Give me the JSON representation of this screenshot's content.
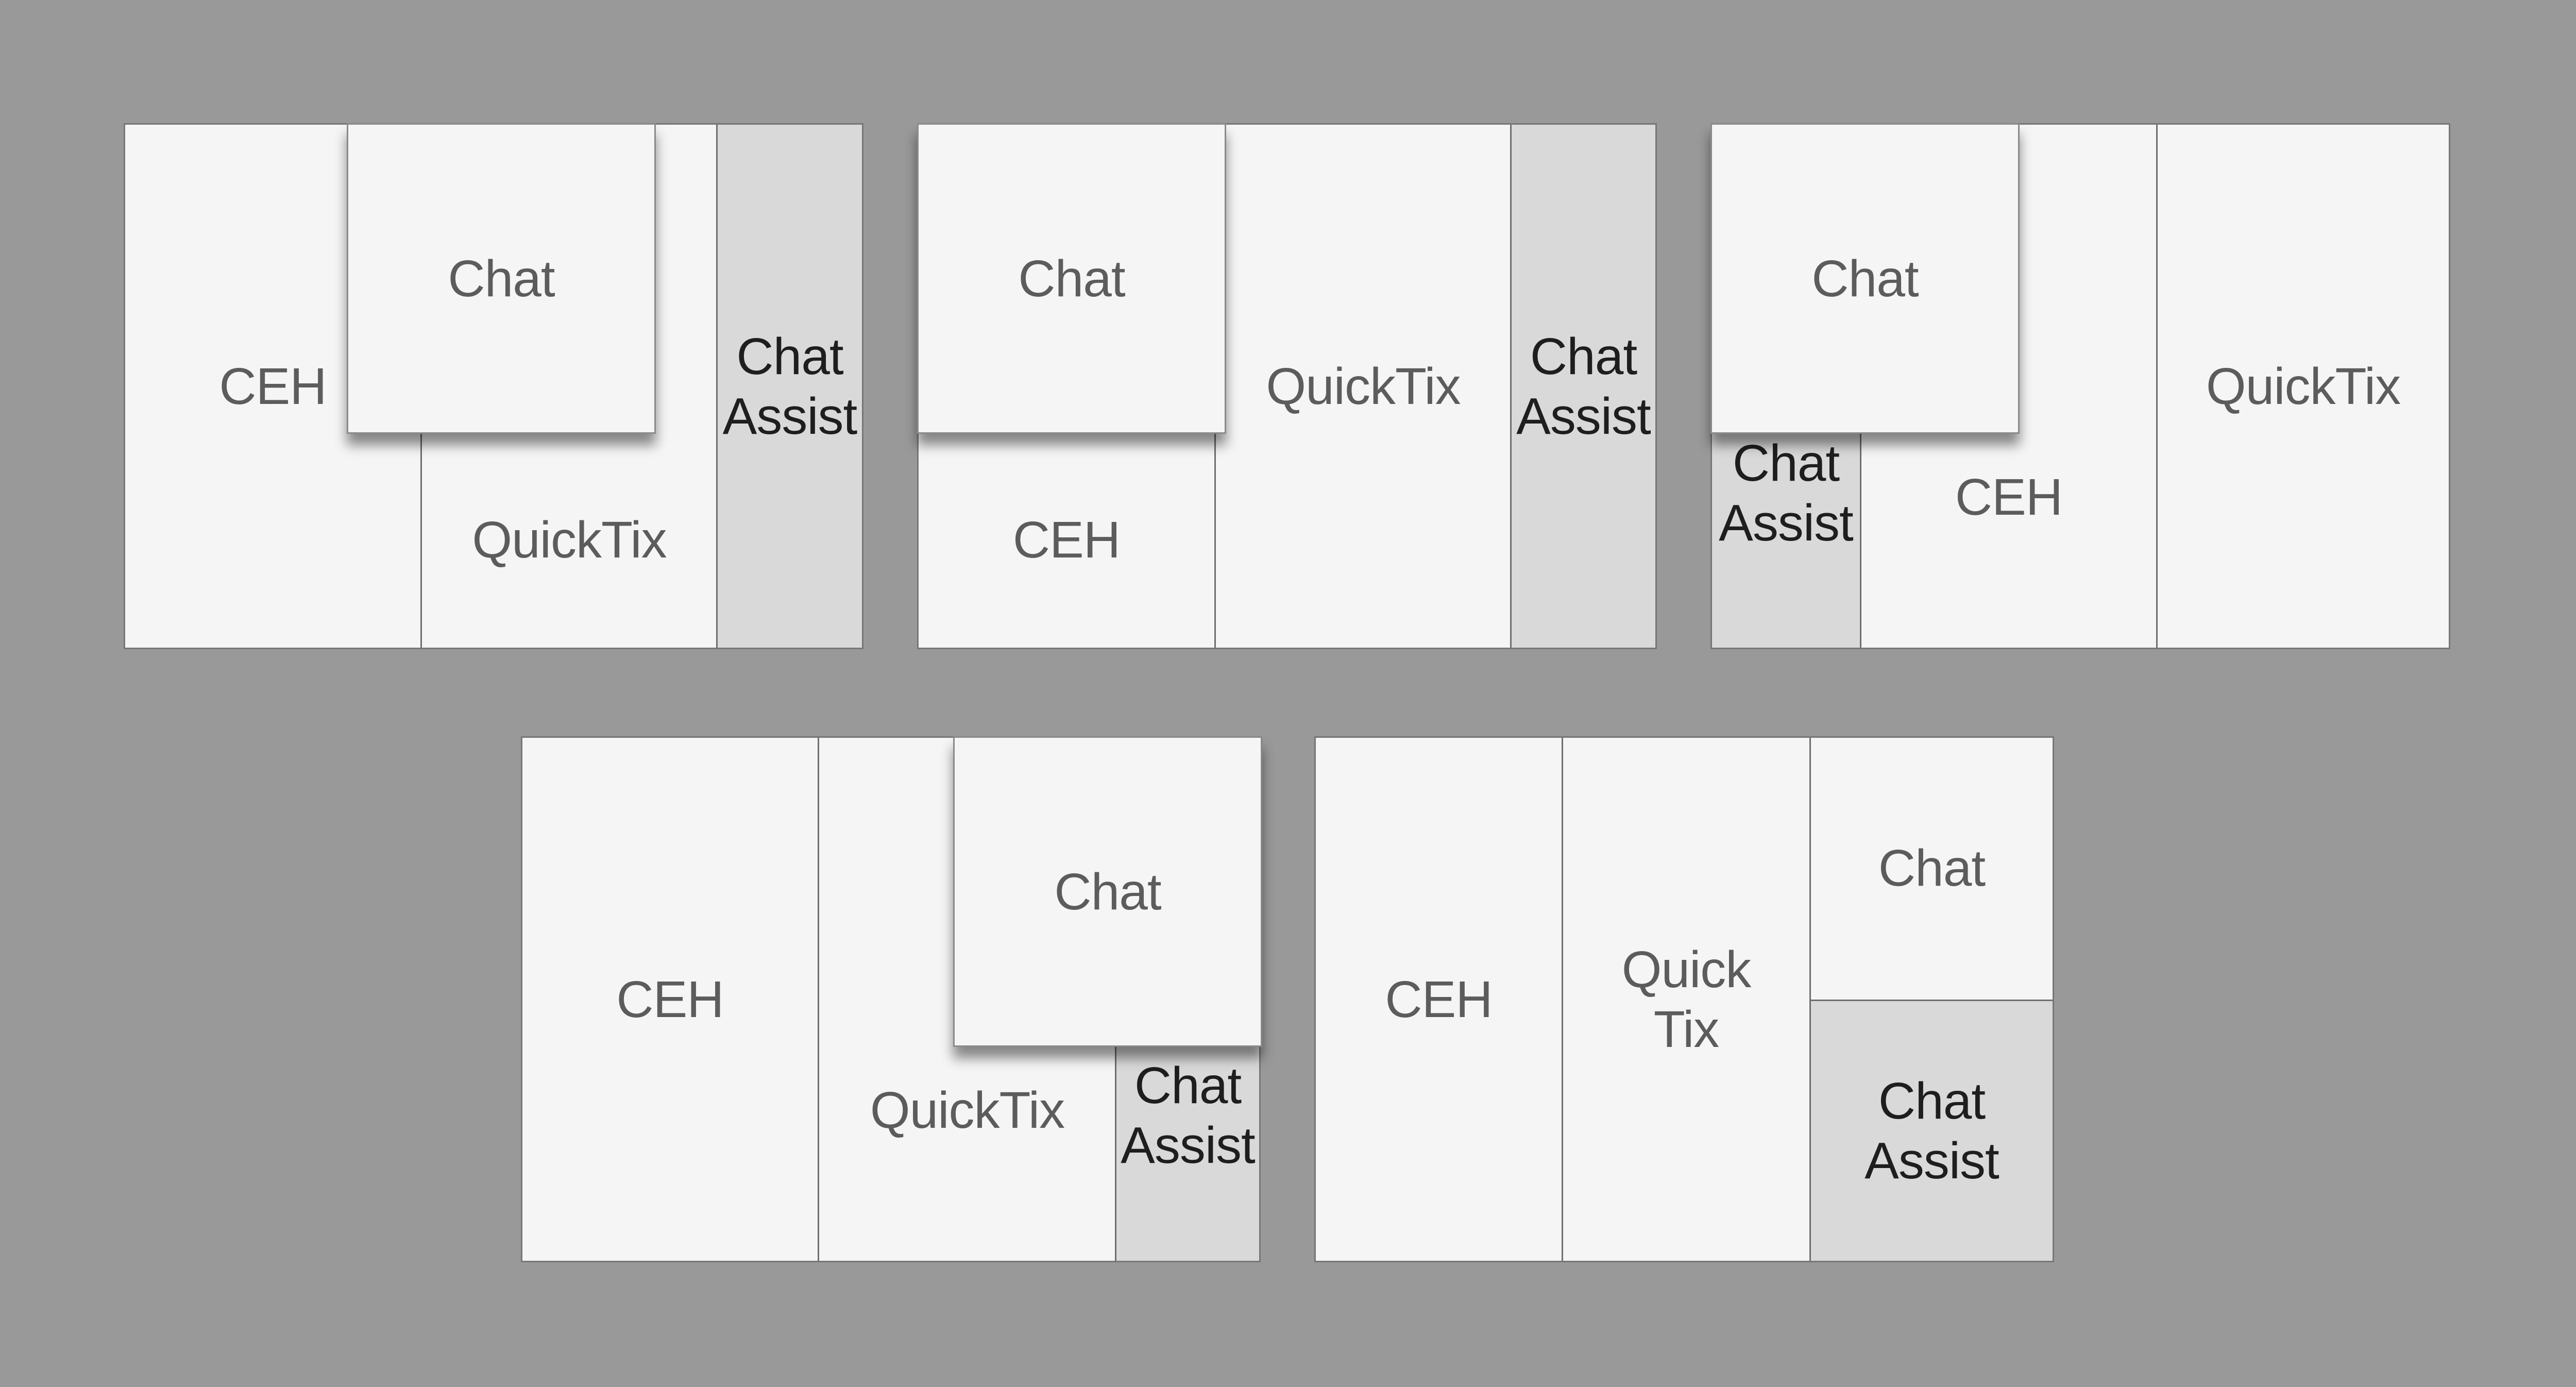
{
  "colors": {
    "background": "#999999",
    "panel_fill": "#f5f5f5",
    "assist_fill": "#d9d9d9",
    "border": "#777777",
    "label_text": "#5c5c5c",
    "assist_text": "#1e1e1e"
  },
  "layouts": [
    {
      "id": "layout-1",
      "regions": {
        "ceh": "CEH",
        "quicktix": "QuickTix",
        "chat_assist": "Chat\nAssist",
        "chat": "Chat"
      }
    },
    {
      "id": "layout-2",
      "regions": {
        "chat": "Chat",
        "ceh": "CEH",
        "quicktix": "QuickTix",
        "chat_assist": "Chat\nAssist"
      }
    },
    {
      "id": "layout-3",
      "regions": {
        "chat": "Chat",
        "chat_assist": "Chat\nAssist",
        "ceh": "CEH",
        "quicktix": "QuickTix"
      }
    },
    {
      "id": "layout-4",
      "regions": {
        "ceh": "CEH",
        "chat": "Chat",
        "quicktix": "QuickTix",
        "chat_assist": "Chat\nAssist"
      }
    },
    {
      "id": "layout-5",
      "regions": {
        "ceh": "CEH",
        "quicktix": "Quick\nTix",
        "chat": "Chat",
        "chat_assist": "Chat\nAssist"
      }
    }
  ]
}
